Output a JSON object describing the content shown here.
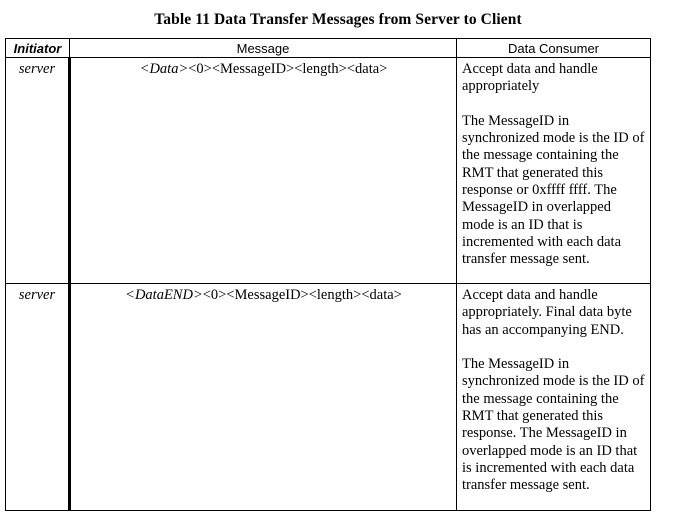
{
  "caption": "Table 11 Data Transfer Messages from Server to Client",
  "headers": {
    "initiator": "Initiator",
    "message": "Message",
    "consumer": "Data Consumer"
  },
  "rows": [
    {
      "initiator": "server",
      "message_name": "<Data>",
      "message_rest": "<0><MessageID><length><data>",
      "consumer_p1": "Accept data and handle appropriately",
      "consumer_p2": "The MessageID in synchronized mode is the ID of the message containing the RMT that generated this response or 0xffff ffff. The MessageID in overlapped mode is an ID that is incremented with each data transfer message sent."
    },
    {
      "initiator": "server",
      "message_name": "<DataEND>",
      "message_rest": "<0><MessageID><length><data>",
      "consumer_p1": "Accept data and handle appropriately.  Final data byte has an accompanying END.",
      "consumer_p2": "The MessageID in synchronized mode is the ID of the message containing the RMT that generated this response. The MessageID in overlapped mode is an ID that is incremented with each data transfer message sent."
    }
  ]
}
